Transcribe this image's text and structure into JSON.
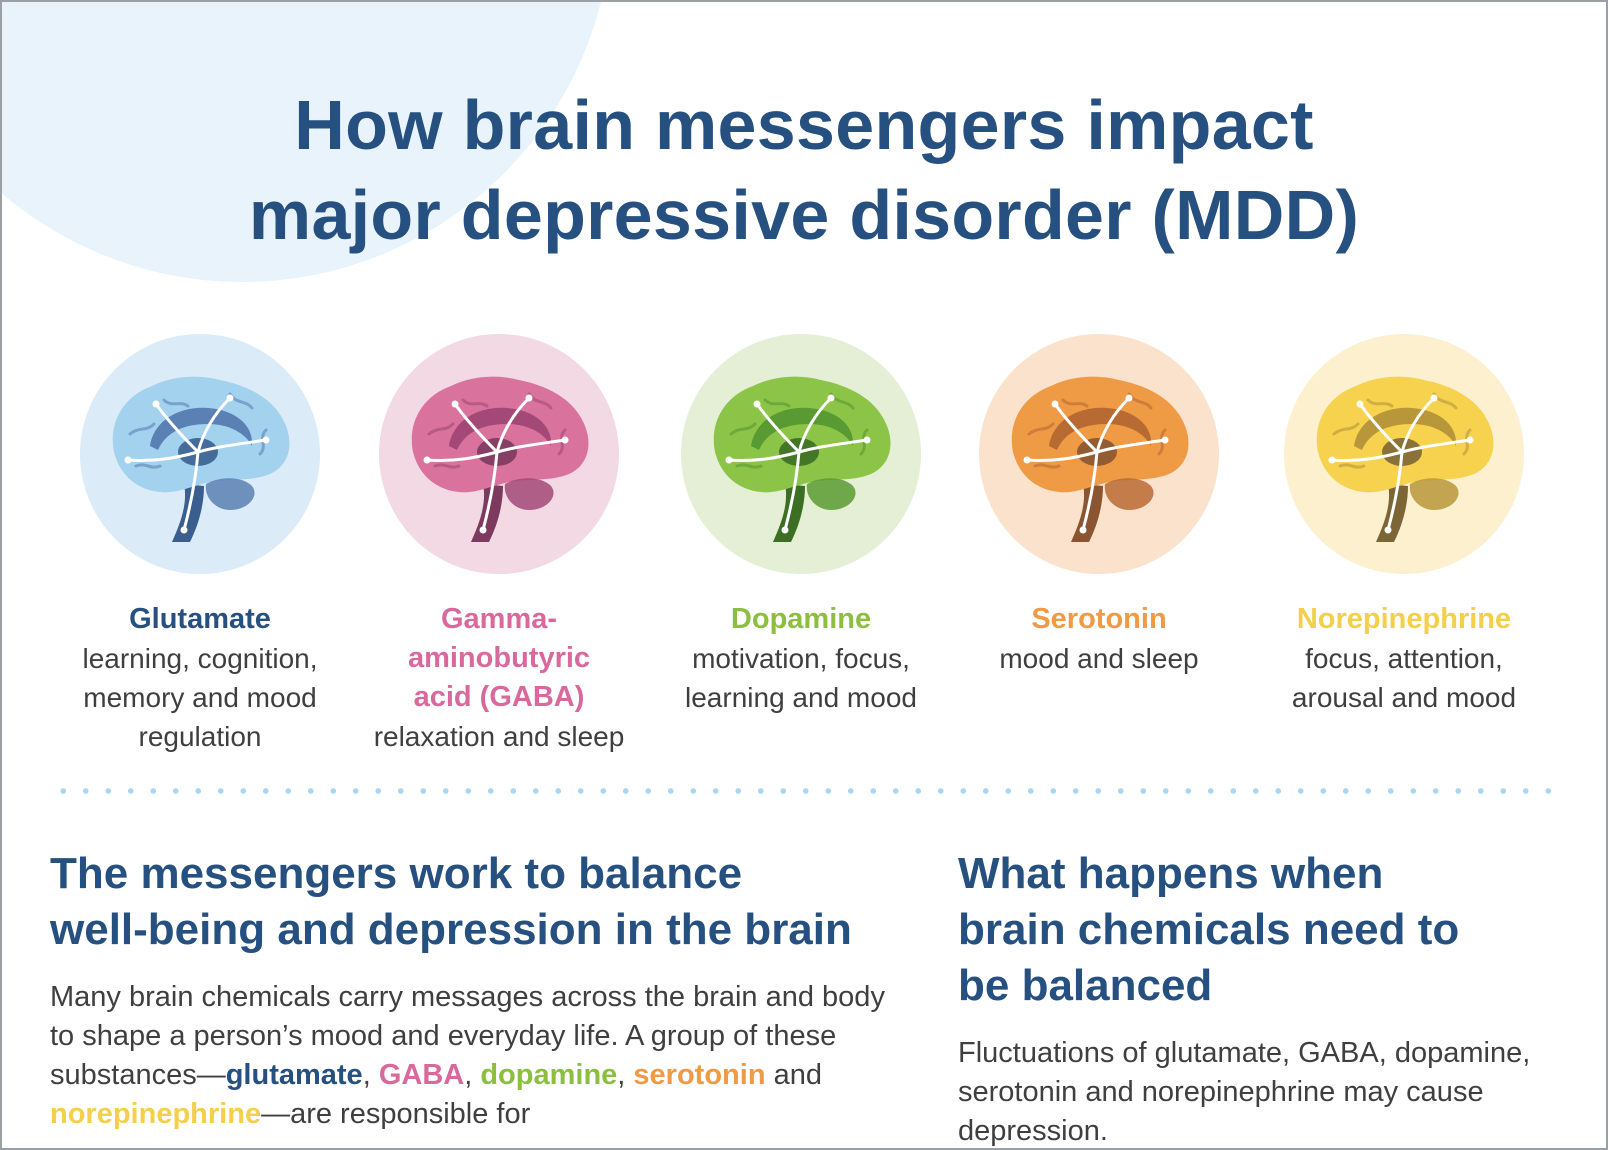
{
  "title": {
    "line1": "How brain messengers impact",
    "line2": "major depressive disorder (MDD)"
  },
  "messengers": [
    {
      "name": "Glutamate",
      "desc_lines": [
        "learning, cognition,",
        "memory and mood",
        "regulation"
      ],
      "name_color": "#25507f",
      "circle_color": "#dcebf8",
      "brain_outer": "#a3d2ef",
      "brain_inner": "#5b80b3",
      "brain_dark": "#3a5f8f",
      "icon": "brain-icon"
    },
    {
      "name": "Gamma-aminobutyric acid (GABA)",
      "name_lines": [
        "Gamma-",
        "aminobutyric",
        "acid (GABA)"
      ],
      "desc_lines": [
        "relaxation and sleep"
      ],
      "name_color": "#d9699c",
      "circle_color": "#f2d9e4",
      "brain_outer": "#d9739d",
      "brain_inner": "#a34877",
      "brain_dark": "#7c3a5e",
      "icon": "brain-icon"
    },
    {
      "name": "Dopamine",
      "desc_lines": [
        "motivation, focus,",
        "learning and mood"
      ],
      "name_color": "#8cbf3f",
      "circle_color": "#e4efd6",
      "brain_outer": "#8cc447",
      "brain_inner": "#5a9a32",
      "brain_dark": "#3c6e24",
      "icon": "brain-icon"
    },
    {
      "name": "Serotonin",
      "desc_lines": [
        "mood and sleep"
      ],
      "name_color": "#ef9a45",
      "circle_color": "#fbe2cc",
      "brain_outer": "#ef9a45",
      "brain_inner": "#b86a33",
      "brain_dark": "#8a5530",
      "icon": "brain-icon"
    },
    {
      "name": "Norepinephrine",
      "desc_lines": [
        "focus, attention,",
        "arousal and mood"
      ],
      "name_color": "#f3cf4a",
      "circle_color": "#fcf0cf",
      "brain_outer": "#f6d24e",
      "brain_inner": "#b8963a",
      "brain_dark": "#7d6636",
      "icon": "brain-icon"
    }
  ],
  "left_section": {
    "title_lines": [
      "The messengers work to balance",
      "well-being and depression in the brain"
    ],
    "body": {
      "intro": "Many brain chemicals carry messages across the brain and body to shape a person’s mood and everyday life. A group of these substances—",
      "k1": "glutamate",
      "sep1": ", ",
      "k2": "GABA",
      "sep2": ", ",
      "k3": "dopamine",
      "sep3": ", ",
      "k4": "serotonin",
      "sep4": " and ",
      "k5": "norepinephrine",
      "outro": "—are responsible for"
    }
  },
  "right_section": {
    "title_lines": [
      "What happens when",
      "brain chemicals need to",
      "be balanced"
    ],
    "body": "Fluctuations of glutamate, GABA, dopamine, serotonin and norepinephrine may cause depression."
  }
}
